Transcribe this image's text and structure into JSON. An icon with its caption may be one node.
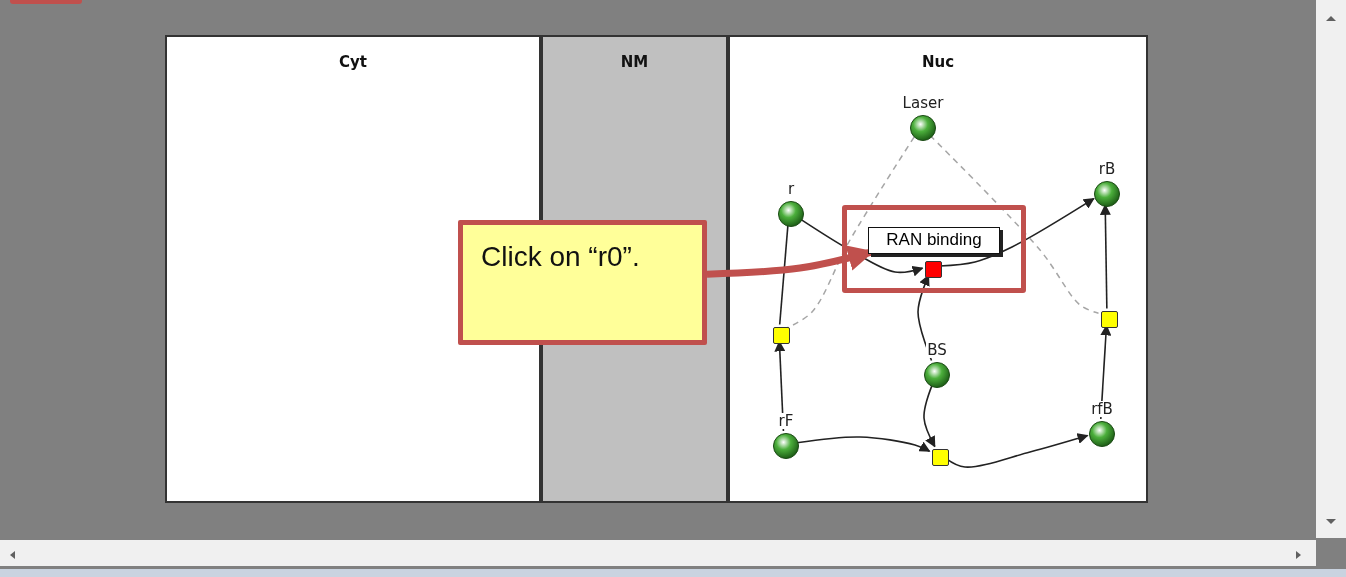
{
  "diagram": {
    "nodes": [
      {
        "text": [
          "Cyt"
        ]
      },
      {
        "text": [
          "NM"
        ]
      },
      {
        "text": [
          "Nuc"
        ]
      },
      {
        "text": [
          "Laser"
        ],
        "in": 2
      },
      {
        "text": [
          "r"
        ],
        "in": 2
      },
      {
        "text": [
          "rB"
        ],
        "in": 2
      },
      {
        "text": [
          "RAN binding"
        ],
        "in": 2
      },
      {
        "text": [],
        "shape": "box",
        "in": 2
      },
      {
        "text": [],
        "shape": "box",
        "in": 2
      },
      {
        "text": [],
        "shape": "box",
        "in": 2
      },
      {
        "text": [
          "BS"
        ],
        "in": 2
      },
      {
        "text": [
          "rF"
        ],
        "in": 2
      },
      {
        "text": [],
        "shape": "box",
        "in": 2
      },
      {
        "text": [
          "rfB"
        ],
        "in": 2
      },
      {
        "text": [
          "Click on “r0”."
        ]
      }
    ],
    "edges": [
      {
        "from": 4,
        "to": 7,
        "arrow": "to"
      },
      {
        "from": 10,
        "to": 7,
        "arrow": "to"
      },
      {
        "from": 7,
        "to": 5,
        "arrow": "to"
      },
      {
        "from": 3,
        "to": 8,
        "arrow": "none",
        "style": "dashed",
        "color": "#a6a6a6"
      },
      {
        "from": 3,
        "to": 9,
        "arrow": "none",
        "style": "dashed",
        "color": "#a6a6a6"
      },
      {
        "from": 11,
        "to": 8,
        "arrow": "to"
      },
      {
        "from": 8,
        "to": 4,
        "arrow": "none"
      },
      {
        "from": 11,
        "to": 12,
        "arrow": "to"
      },
      {
        "from": 10,
        "to": 12,
        "arrow": "to"
      },
      {
        "from": 12,
        "to": 13,
        "arrow": "to"
      },
      {
        "from": 13,
        "to": 9,
        "arrow": "to"
      },
      {
        "from": 9,
        "to": 5,
        "arrow": "to"
      },
      {
        "from": 14,
        "to": 6,
        "arrow": "to",
        "style": "thick",
        "color": "#c0504d"
      }
    ]
  }
}
